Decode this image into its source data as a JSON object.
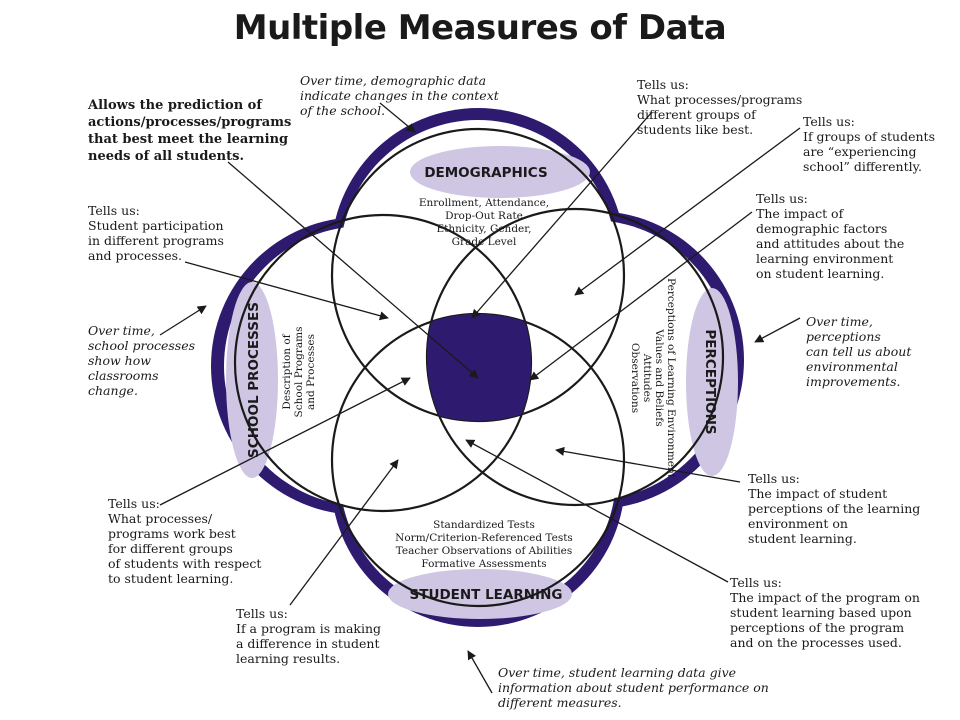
{
  "title": "Multiple Measures of Data",
  "circles": {
    "demographics": {
      "label": "DEMOGRAPHICS",
      "lines": [
        "Enrollment, Attendance,",
        "Drop-Out Rate",
        "Ethnicity, Gender,",
        "Grade Level"
      ]
    },
    "perceptions": {
      "label": "PERCEPTIONS",
      "lines": [
        "Perceptions of Learning Environment",
        "Values and Beliefs",
        "Attitudes",
        "Observations"
      ]
    },
    "school_processes": {
      "label": "SCHOOL PROCESSES",
      "lines": [
        "Description of",
        "School Programs",
        "and Processes"
      ]
    },
    "student_learning": {
      "label": "STUDENT LEARNING",
      "lines": [
        "Standardized Tests",
        "Norm/Criterion-Referenced Tests",
        "Teacher Observations of Abilities",
        "Formative Assessments"
      ]
    }
  },
  "notes": {
    "demographics_overtime": "Over time, demographic data\nindicate changes in the context\nof the school.",
    "prediction": "Allows the prediction of\nactions/processes/programs\nthat best meet the learning\nneeds of all students.",
    "participation": "Tells us:\nStudent participation\nin different programs\nand processes.",
    "processes_overtime": "Over time,\nschool processes\nshow how\nclassrooms\nchange.",
    "what_processes_work": "Tells us:\nWhat processes/\nprograms work best\nfor different groups\nof students with respect\nto student learning.",
    "program_difference": "Tells us:\nIf a program is making\na difference in student\nlearning results.",
    "learning_overtime": "Over time, student learning data give\ninformation about student performance on\ndifferent measures.",
    "groups_like_best": "Tells us:\nWhat processes/programs\ndifferent groups of\nstudents like best.",
    "experiencing_school": "Tells us:\nIf groups of students\nare “experiencing\nschool” differently.",
    "impact_demographic": "Tells us:\nThe impact of\ndemographic factors\nand attitudes about the\nlearning environment\non student learning.",
    "perceptions_overtime": "Over time,\nperceptions\ncan tell us about\nenvironmental\nimprovements.",
    "impact_perceptions": "Tells us:\nThe impact of student\nperceptions of the learning\nenvironment on\nstudent learning.",
    "impact_program": "Tells us:\nThe impact of the program on\nstudent learning based upon\nperceptions of the program\nand on the processes used."
  },
  "colors": {
    "purple": "#2e1a6e",
    "lavender": "#cfc6e3",
    "ink": "#1a1a1a"
  }
}
